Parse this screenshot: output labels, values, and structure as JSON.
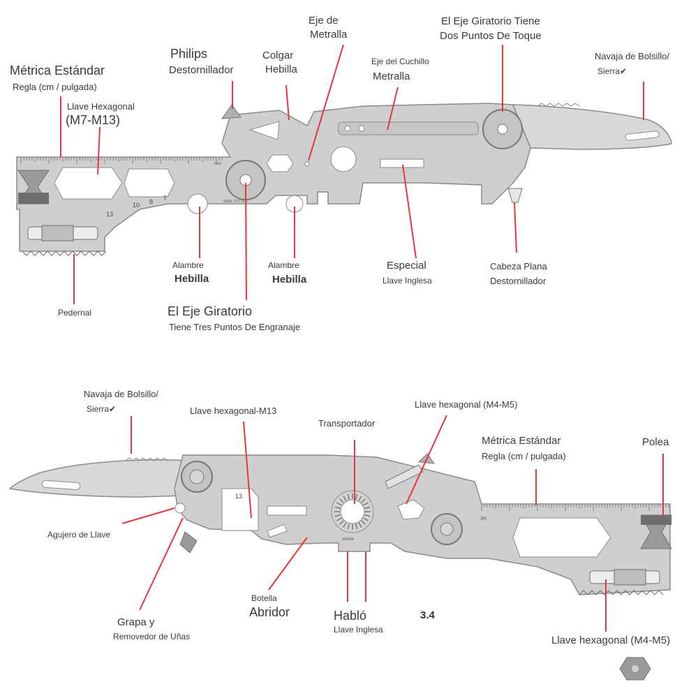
{
  "colors": {
    "tool_fill": "#cfcfcf",
    "tool_stroke": "#8a8a8a",
    "leader": "#e8343c",
    "text": "#3a3a3a",
    "blade": "#d8d8d8",
    "dark": "#6e6e6e"
  },
  "top": {
    "ruler_unit": "mm",
    "ruler_numbers": [
      "13",
      "10",
      "8",
      "7"
    ],
    "cutter_text": "WIRE CUTTER",
    "labels": {
      "ruler_l1": "Métrica Estándar",
      "ruler_l2": "Regla (cm / pulgada)",
      "hex_l1": "Llave Hexagonal",
      "hex_l2": "(M7-M13)",
      "philips_l1": "Philips",
      "philips_l2": "Destornillador",
      "hang_l1": "Colgar",
      "hang_l2": "Hebilla",
      "shaft_l1": "Eje de",
      "shaft_l2": "Metralla",
      "knife_shaft_l1": "Eje del Cuchillo",
      "knife_shaft_l2": "Metralla",
      "pivot_l1": "El Eje Giratorio Tiene",
      "pivot_l2": "Dos Puntos De Toque",
      "blade_l1": "Navaja de Bolsillo/",
      "blade_l2": "Sierra",
      "wire1_l1": "Alambre",
      "wire1_l2": "Hebilla",
      "wire2_l1": "Alambre",
      "wire2_l2": "Hebilla",
      "special_l1": "Especial",
      "special_l2": "Llave Inglesa",
      "flat_l1": "Cabeza Plana",
      "flat_l2": "Destornillador",
      "flint": "Pedernal",
      "axis_l1": "El Eje Giratorio",
      "axis_l2": "Tiene Tres Puntos De Engranaje"
    }
  },
  "bottom": {
    "ruler_unit": "3H",
    "hex_number": "13",
    "spoke_text": "SPOKE",
    "figure_number": "3.4",
    "labels": {
      "blade_l1": "Navaja de Bolsillo/",
      "blade_l2": "Sierra",
      "hex13": "Llave hexagonal-M13",
      "protractor": "Transportador",
      "hex45_top": "Llave hexagonal (M4-M5)",
      "ruler_l1": "Métrica Estándar",
      "ruler_l2": "Regla (cm / pulgada)",
      "pulley": "Polea",
      "key_hole": "Agujero de Llave",
      "staple_l1": "Grapa y",
      "staple_l2": "Removedor de Uñas",
      "bottle_l1": "Botella",
      "bottle_l2": "Abridor",
      "spoke_l1": "Habló",
      "spoke_l2": "Llave Inglesa",
      "hex45_bottom": "Llave hexagonal (M4-M5)"
    }
  }
}
